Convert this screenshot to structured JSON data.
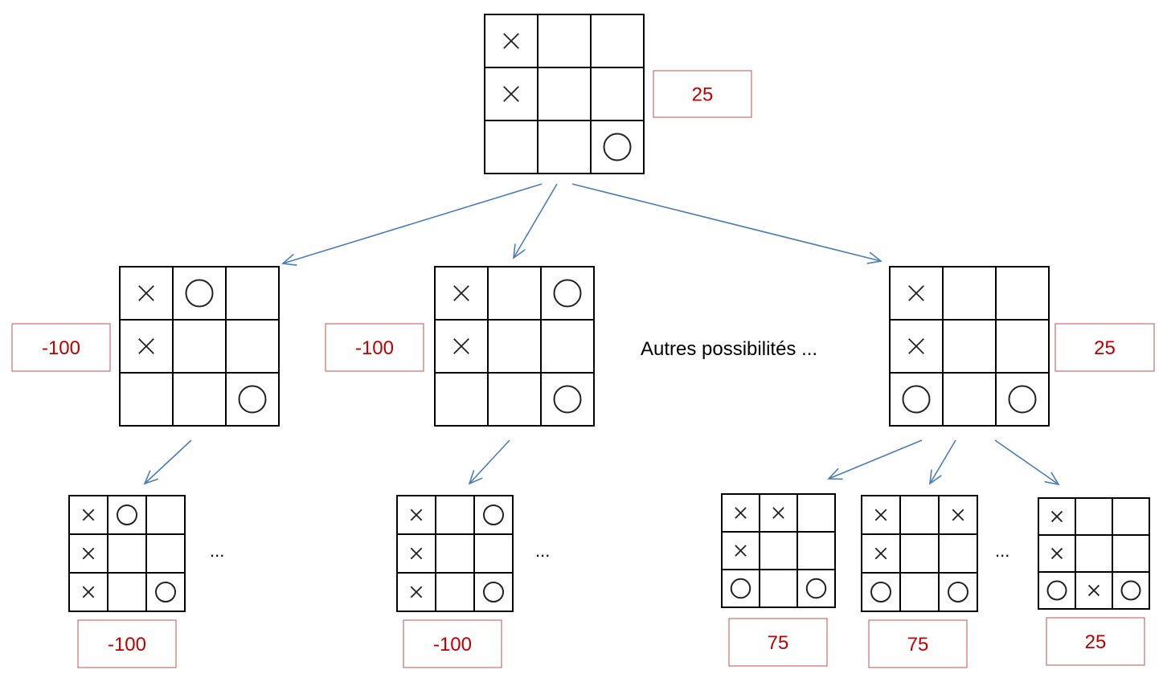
{
  "colors": {
    "score_text": "#c00000",
    "score_border": "#c0504d",
    "arrow": "#4a7ebb",
    "grid": "#000000"
  },
  "root": {
    "board": [
      "X",
      "",
      "",
      "X",
      "",
      "",
      "",
      "",
      "O"
    ],
    "score": "25"
  },
  "level1": [
    {
      "board": [
        "X",
        "O",
        "",
        "X",
        "",
        "",
        "",
        "",
        "O"
      ],
      "score": "-100"
    },
    {
      "board": [
        "X",
        "",
        "O",
        "X",
        "",
        "",
        "",
        "",
        "O"
      ],
      "score": "-100"
    },
    {
      "board": [
        "X",
        "",
        "",
        "X",
        "",
        "",
        "O",
        "",
        "O"
      ],
      "score": "25"
    }
  ],
  "level2": [
    {
      "board": [
        "X",
        "O",
        "",
        "X",
        "",
        "",
        "X",
        "",
        "O"
      ],
      "score": "-100"
    },
    {
      "board": [
        "X",
        "",
        "O",
        "X",
        "",
        "",
        "X",
        "",
        "O"
      ],
      "score": "-100"
    },
    {
      "board": [
        "X",
        "X",
        "",
        "X",
        "",
        "",
        "O",
        "",
        "O"
      ],
      "score": "75"
    },
    {
      "board": [
        "X",
        "",
        "X",
        "X",
        "",
        "",
        "O",
        "",
        "O"
      ],
      "score": "75"
    },
    {
      "board": [
        "X",
        "",
        "",
        "X",
        "",
        "",
        "O",
        "X",
        "O"
      ],
      "score": "25"
    }
  ],
  "other_possibilities_label": "Autres possibilités ...",
  "ellipsis": "..."
}
